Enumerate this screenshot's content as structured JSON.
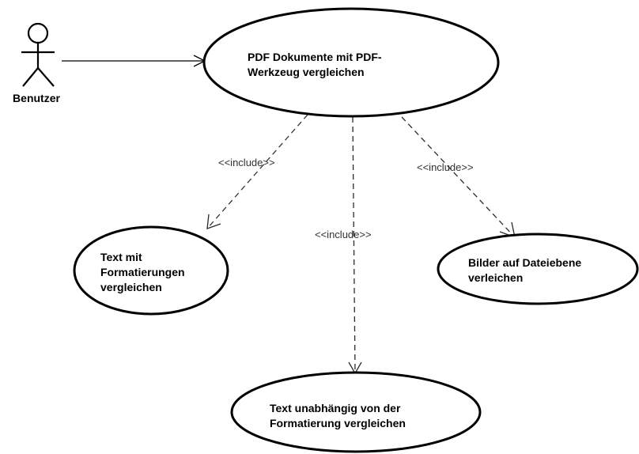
{
  "actor": {
    "name": "Benutzer"
  },
  "use_cases": {
    "main": {
      "lines": [
        "PDF Dokumente mit PDF-",
        "Werkzeug vergleichen"
      ]
    },
    "text_formatting": {
      "lines": [
        "Text mit",
        "Formatierungen",
        "vergleichen"
      ]
    },
    "images": {
      "lines": [
        "Bilder auf Dateiebene",
        "verleichen"
      ]
    },
    "text_plain": {
      "lines": [
        "Text unabhängig von der",
        "Formatierung vergleichen"
      ]
    }
  },
  "relations": {
    "include_left": "<<include>>",
    "include_center": "<<include>>",
    "include_right": "<<include>>"
  }
}
